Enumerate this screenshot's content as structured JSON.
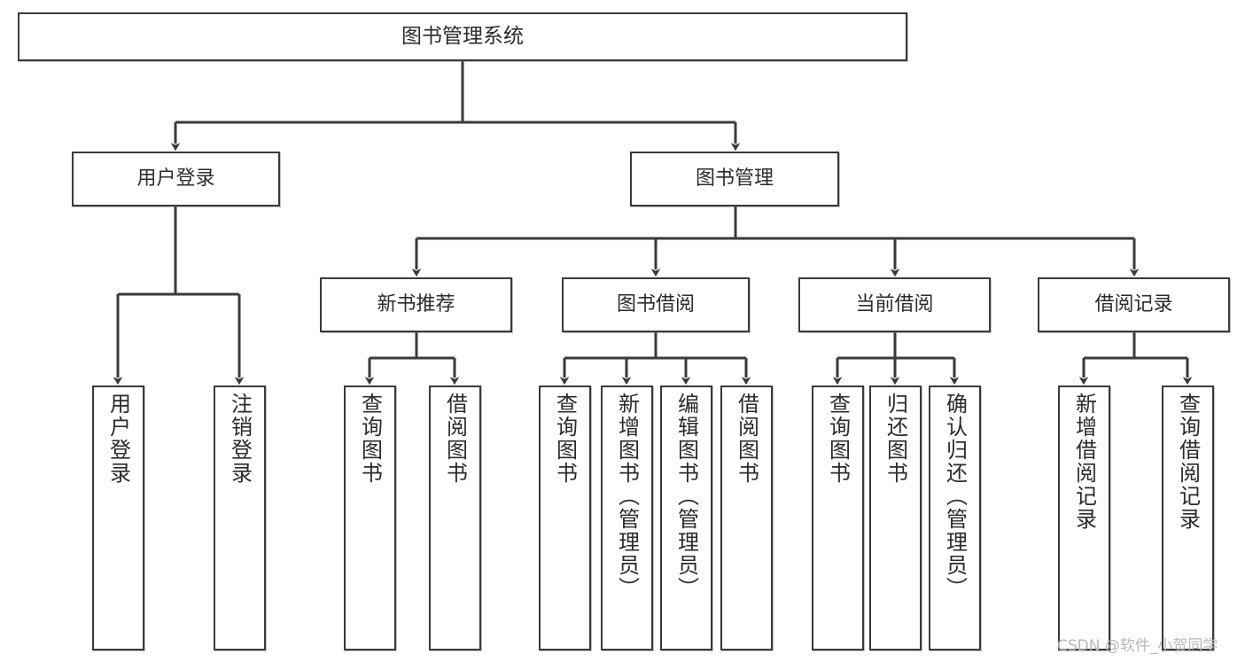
{
  "diagram": {
    "title": "图书管理系统",
    "watermark": "CSDN @软件_小贺同学",
    "line_color": "#3a3a3a",
    "box_fill": "#ffffff",
    "text_color": "#2b2b2b",
    "levels": {
      "root": "图书管理系统",
      "level2": [
        "用户登录",
        "图书管理"
      ],
      "level3": [
        "新书推荐",
        "图书借阅",
        "当前借阅",
        "借阅记录"
      ]
    },
    "nodes": {
      "root": {
        "label": "图书管理系统"
      },
      "user_login": {
        "label": "用户登录"
      },
      "book_manage": {
        "label": "图书管理"
      },
      "new_book_rec": {
        "label": "新书推荐"
      },
      "book_borrow": {
        "label": "图书借阅"
      },
      "current_borrow": {
        "label": "当前借阅"
      },
      "borrow_record": {
        "label": "借阅记录"
      },
      "leaf_user_login": {
        "label": "用户登录"
      },
      "leaf_user_logout": {
        "label": "注销登录"
      },
      "leaf_query_book_1": {
        "label": "查询图书"
      },
      "leaf_borrow_book_1": {
        "label": "借阅图书"
      },
      "leaf_query_book_2": {
        "label": "查询图书"
      },
      "leaf_add_book": {
        "label": "新增图书（管理员）"
      },
      "leaf_edit_book": {
        "label": "编辑图书（管理员）"
      },
      "leaf_borrow_book_2": {
        "label": "借阅图书"
      },
      "leaf_query_book_3": {
        "label": "查询图书"
      },
      "leaf_return_book": {
        "label": "归还图书"
      },
      "leaf_confirm_return": {
        "label": "确认归还（管理员）"
      },
      "leaf_add_record": {
        "label": "新增借阅记录"
      },
      "leaf_query_record": {
        "label": "查询借阅记录"
      }
    },
    "tree": [
      {
        "id": "root",
        "label": "图书管理系统",
        "children": [
          {
            "id": "user_login",
            "label": "用户登录",
            "children": [
              {
                "id": "leaf_user_login",
                "label": "用户登录"
              },
              {
                "id": "leaf_user_logout",
                "label": "注销登录"
              }
            ]
          },
          {
            "id": "book_manage",
            "label": "图书管理",
            "children": [
              {
                "id": "new_book_rec",
                "label": "新书推荐",
                "children": [
                  {
                    "id": "leaf_query_book_1",
                    "label": "查询图书"
                  },
                  {
                    "id": "leaf_borrow_book_1",
                    "label": "借阅图书"
                  }
                ]
              },
              {
                "id": "book_borrow",
                "label": "图书借阅",
                "children": [
                  {
                    "id": "leaf_query_book_2",
                    "label": "查询图书"
                  },
                  {
                    "id": "leaf_add_book",
                    "label": "新增图书（管理员）"
                  },
                  {
                    "id": "leaf_edit_book",
                    "label": "编辑图书（管理员）"
                  },
                  {
                    "id": "leaf_borrow_book_2",
                    "label": "借阅图书"
                  }
                ]
              },
              {
                "id": "current_borrow",
                "label": "当前借阅",
                "children": [
                  {
                    "id": "leaf_query_book_3",
                    "label": "查询图书"
                  },
                  {
                    "id": "leaf_return_book",
                    "label": "归还图书"
                  },
                  {
                    "id": "leaf_confirm_return",
                    "label": "确认归还（管理员）"
                  }
                ]
              },
              {
                "id": "borrow_record",
                "label": "借阅记录",
                "children": [
                  {
                    "id": "leaf_add_record",
                    "label": "新增借阅记录"
                  },
                  {
                    "id": "leaf_query_record",
                    "label": "查询借阅记录"
                  }
                ]
              }
            ]
          }
        ]
      }
    ]
  }
}
